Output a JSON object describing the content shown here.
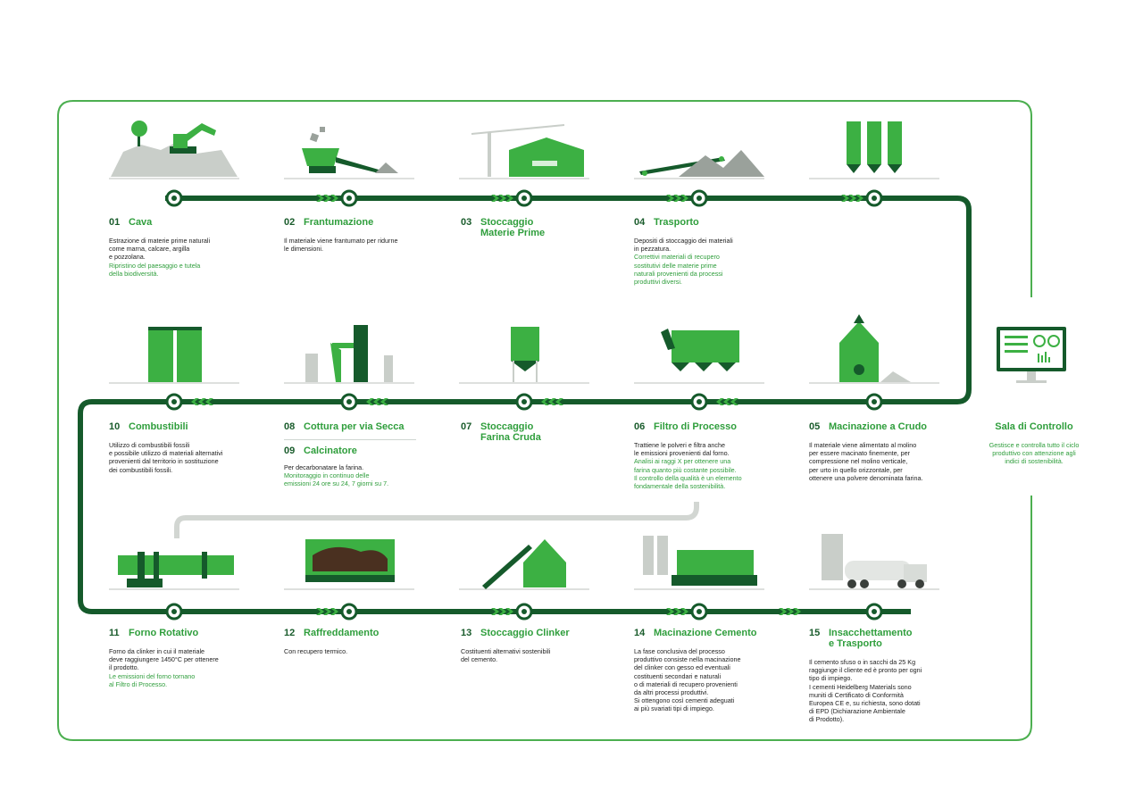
{
  "colors": {
    "dark_green": "#155a2b",
    "green": "#3cb043",
    "gray": "#c9cec9",
    "frame": "#4caf50"
  },
  "steps": [
    {
      "id": "01",
      "title": "Cava",
      "desc": "Estrazione di materie prime naturali\ncome marna, calcare, argilla\ne pozzolana.",
      "note": "Ripristino del paesaggio e tutela\ndella biodiversità.",
      "icon": "quarry-excavator-icon"
    },
    {
      "id": "02",
      "title": "Frantumazione",
      "desc": "Il materiale viene frantumato per ridurne\nle dimensioni.",
      "note": "",
      "icon": "crusher-icon"
    },
    {
      "id": "03",
      "title": "Stoccaggio\nMaterie Prime",
      "desc": "",
      "note": "",
      "icon": "raw-material-storage-icon"
    },
    {
      "id": "04",
      "title": "Trasporto",
      "desc": "Depositi di stoccaggio dei materiali\nin pezzatura.",
      "note": "Correttivi materiali di recupero\nsostitutivi delle materie prime\nnaturali provenienti da processi\nproduttivi diversi.",
      "icon": "conveyor-belt-icon"
    },
    {
      "id": "05",
      "title": "Macinazione a Crudo",
      "desc": "Il materiale viene alimentato al molino\nper essere macinato finemente, per\ncompressione nel molino verticale,\nper urto in quello orizzontale, per\nottenere una polvere denominata farina.",
      "note": "",
      "icon": "raw-mill-icon"
    },
    {
      "id": "06",
      "title": "Filtro di Processo",
      "desc": "Trattiene le polveri e filtra anche\nle emissioni provenienti dal forno.",
      "note": "Analisi ai raggi X per ottenere una\nfarina quanto più costante possibile.\nIl controllo della qualità è un elemento\nfondamentale della sostenibilità.",
      "icon": "process-filter-icon"
    },
    {
      "id": "07",
      "title": "Stoccaggio\nFarina Cruda",
      "desc": "",
      "note": "",
      "icon": "raw-meal-silo-icon"
    },
    {
      "id": "08",
      "title": "Cottura per via Secca",
      "desc": "",
      "note": "",
      "icon": "preheater-tower-icon",
      "sub_id": "09",
      "sub_title": "Calcinatore",
      "sub_desc": "Per decarbonatare la farina.",
      "sub_note": "Monitoraggio in continuo delle\nemissioni 24 ore su 24, 7 giorni su 7."
    },
    {
      "id": "10",
      "title": "Combustibili",
      "desc": "Utilizzo di combustibili fossili\ne possibile utilizzo di materiali alternativi\nprovenienti dal territorio in sostituzione\ndei combustibili fossili.",
      "note": "",
      "icon": "fuel-silos-icon"
    },
    {
      "id": "11",
      "title": "Forno Rotativo",
      "desc": "Forno da clinker in cui il materiale\ndeve raggiungere 1450°C per ottenere\nil prodotto.",
      "note": "Le emissioni del forno tornano\nal Filtro di Processo.",
      "icon": "rotary-kiln-icon"
    },
    {
      "id": "12",
      "title": "Raffreddamento",
      "desc": "Con recupero termico.",
      "note": "",
      "icon": "clinker-cooler-icon"
    },
    {
      "id": "13",
      "title": "Stoccaggio Clinker",
      "desc": "Costituenti alternativi sostenibili\ndel cemento.",
      "note": "",
      "icon": "clinker-storage-icon"
    },
    {
      "id": "14",
      "title": "Macinazione Cemento",
      "desc": "La fase conclusiva del processo\nproduttivo consiste nella macinazione\ndel clinker con gesso ed eventuali\ncostituenti secondari e naturali\no di materiali di recupero provenienti\nda altri processi produttivi.\nSi ottengono così cementi adeguati\nai più svariati tipi di impiego.",
      "note": "",
      "icon": "cement-mill-icon"
    },
    {
      "id": "15",
      "title": "Insacchettamento\ne Trasporto",
      "desc": "Il cemento sfuso o in sacchi da 25 Kg\nraggiunge il cliente ed è pronto per ogni\ntipo di impiego.\nI cementi Heidelberg Materials sono\nmuniti di Certificato di Conformità\nEuropea CE e, su richiesta, sono dotati\ndi EPD (Dichiarazione Ambientale\ndi Prodotto).",
      "note": "",
      "icon": "cement-truck-icon"
    }
  ],
  "control_room": {
    "title": "Sala di Controllo",
    "note": "Gestisce e controlla tutto il ciclo\nproduttivo con attenzione agli\nindici di sostenibilità.",
    "icon": "control-monitor-icon"
  }
}
